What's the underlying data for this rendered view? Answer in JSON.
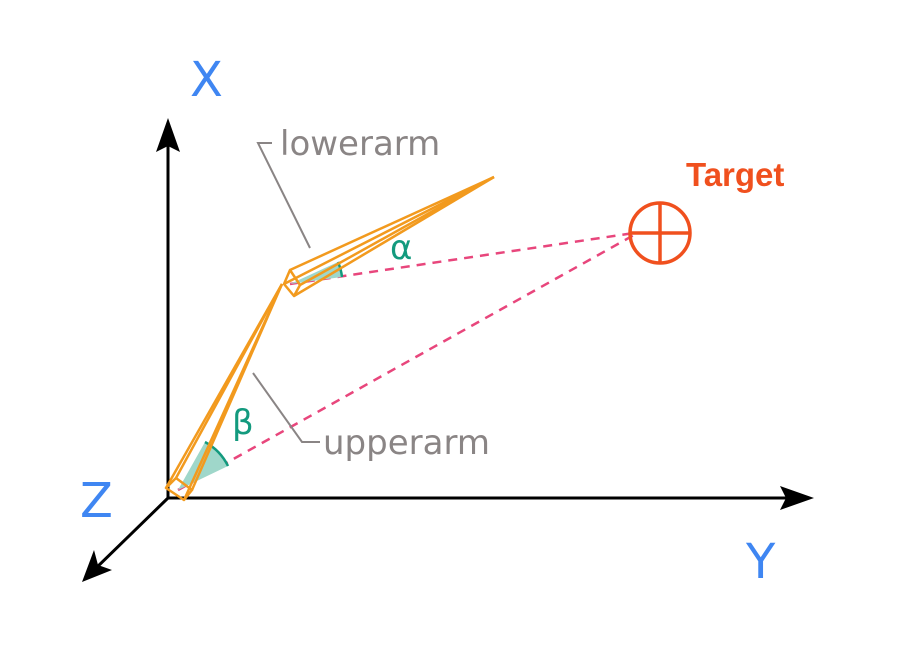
{
  "axes": {
    "x_label": "X",
    "y_label": "Y",
    "z_label": "Z",
    "axis_color": "#000000",
    "label_color": "#3f86f2"
  },
  "arm": {
    "upperarm_label": "upperarm",
    "lowerarm_label": "lowerarm",
    "segment_color": "#f29a1e",
    "callout_color": "#8a8585"
  },
  "angles": {
    "alpha_label": "α",
    "beta_label": "β",
    "angle_color": "#139a7e",
    "wedge_fill": "#9fd7ca"
  },
  "target": {
    "label": "Target",
    "color": "#f0501e"
  },
  "guide_lines": {
    "color": "#e8467c"
  }
}
